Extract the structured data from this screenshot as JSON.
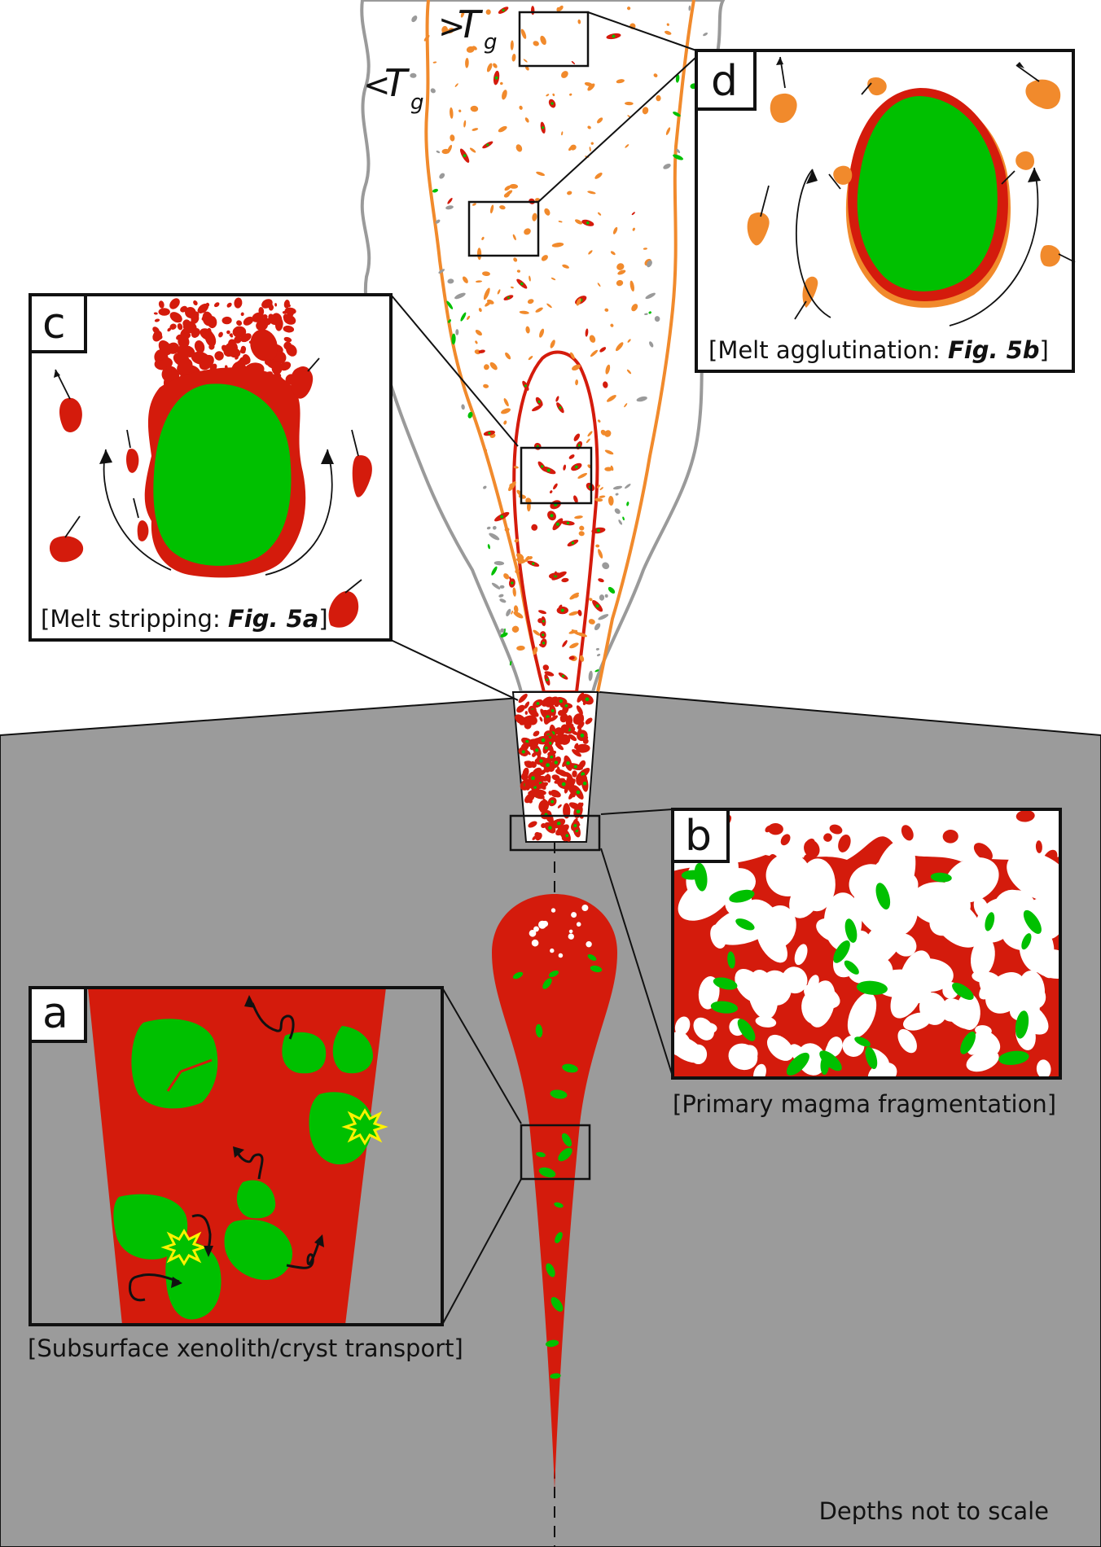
{
  "temperature_labels": {
    "above_prefix": ">",
    "below_prefix": "<",
    "symbol": "T",
    "subscript": "g"
  },
  "panels": {
    "a": {
      "letter": "a",
      "caption": "[Subsurface xenolith/cryst transport]"
    },
    "b": {
      "letter": "b",
      "caption": "[Primary magma fragmentation]"
    },
    "c": {
      "letter": "c",
      "caption_prefix": "[Melt stripping: ",
      "caption_ref": "Fig. 5a",
      "caption_suffix": "]"
    },
    "d": {
      "letter": "d",
      "caption_prefix": "[Melt agglutination: ",
      "caption_ref": "Fig. 5b",
      "caption_suffix": "]"
    }
  },
  "footnote": "Depths not to scale",
  "colors": {
    "magma_red": "#d41b0c",
    "xenolith_green": "#00c000",
    "agglutinate_orange": "#f18a2c",
    "ground_gray": "#9b9b9b",
    "cloud_outline_gray": "#9a9a9a",
    "collision_yellow": "#fff200"
  }
}
